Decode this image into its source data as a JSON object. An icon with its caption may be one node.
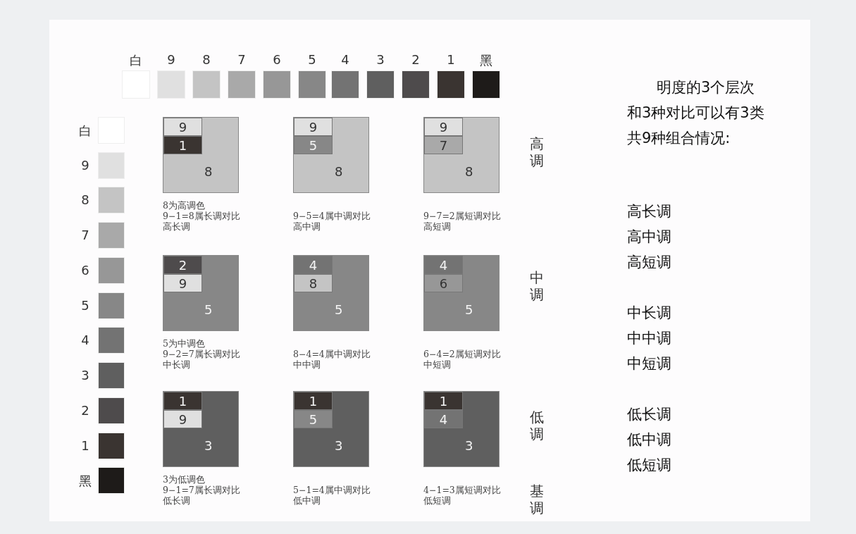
{
  "diagram": {
    "nodes": [
      {
        "text": [
          "白"
        ]
      },
      {
        "text": [
          "9"
        ]
      },
      {
        "text": [
          "8"
        ]
      },
      {
        "text": [
          "7"
        ]
      },
      {
        "text": [
          "6"
        ]
      },
      {
        "text": [
          "5"
        ]
      },
      {
        "text": [
          "4"
        ]
      },
      {
        "text": [
          "3"
        ]
      },
      {
        "text": [
          "2"
        ]
      },
      {
        "text": [
          "1"
        ]
      },
      {
        "text": [
          "黑"
        ]
      },
      {
        "text": [
          "白"
        ]
      },
      {
        "text": [
          "9"
        ]
      },
      {
        "text": [
          "8"
        ]
      },
      {
        "text": [
          "7"
        ]
      },
      {
        "text": [
          "6"
        ]
      },
      {
        "text": [
          "5"
        ]
      },
      {
        "text": [
          "4"
        ]
      },
      {
        "text": [
          "3"
        ]
      },
      {
        "text": [
          "2"
        ]
      },
      {
        "text": [
          "1"
        ]
      },
      {
        "text": [
          "黑"
        ]
      },
      {
        "text": [
          "8"
        ],
        "beside": [
          "8为高调色",
          "9−1=8属长调对比",
          "高长调"
        ]
      },
      {
        "text": [
          "9"
        ],
        "in": 22
      },
      {
        "text": [
          "1"
        ],
        "in": 22
      },
      {
        "text": [
          "8"
        ],
        "beside": [
          "9−5=4属中调对比",
          "高中调"
        ]
      },
      {
        "text": [
          "9"
        ],
        "in": 25
      },
      {
        "text": [
          "5"
        ],
        "in": 25
      },
      {
        "text": [
          "8"
        ],
        "beside": [
          "9−7=2属短调对比",
          "高短调"
        ]
      },
      {
        "text": [
          "9"
        ],
        "in": 28
      },
      {
        "text": [
          "7"
        ],
        "in": 28
      },
      {
        "text": [
          "5"
        ],
        "beside": [
          "5为中调色",
          "9−2=7属长调对比",
          "中长调"
        ]
      },
      {
        "text": [
          "2"
        ],
        "in": 31
      },
      {
        "text": [
          "9"
        ],
        "in": 31
      },
      {
        "text": [
          "5"
        ],
        "beside": [
          "8−4=4属中调对比",
          "中中调"
        ]
      },
      {
        "text": [
          "4"
        ],
        "in": 34
      },
      {
        "text": [
          "8"
        ],
        "in": 34
      },
      {
        "text": [
          "5"
        ],
        "beside": [
          "6−4=2属短调对比",
          "中短调"
        ]
      },
      {
        "text": [
          "4"
        ],
        "in": 37
      },
      {
        "text": [
          "6"
        ],
        "in": 37
      },
      {
        "text": [
          "3"
        ],
        "beside": [
          "3为低调色",
          "9−1=7属长调对比",
          "低长调"
        ]
      },
      {
        "text": [
          "1"
        ],
        "in": 40
      },
      {
        "text": [
          "9"
        ],
        "in": 40
      },
      {
        "text": [
          "3"
        ],
        "beside": [
          "5−1=4属中调对比",
          "低中调"
        ]
      },
      {
        "text": [
          "1"
        ],
        "in": 43
      },
      {
        "text": [
          "5"
        ],
        "in": 43
      },
      {
        "text": [
          "3"
        ],
        "beside": [
          "4−1=3属短调对比",
          "低短调"
        ]
      },
      {
        "text": [
          "1"
        ],
        "in": 46
      },
      {
        "text": [
          "4"
        ],
        "in": 46
      }
    ],
    "labels": [
      "高调",
      "中调",
      "低调",
      "基调",
      "明度的3个层次和3种对比可以有3类共9种组合情况:",
      "高长调",
      "高中调",
      "高短调",
      "中长调",
      "中中调",
      "中短调",
      "低长调",
      "低中调",
      "低短调"
    ]
  }
}
